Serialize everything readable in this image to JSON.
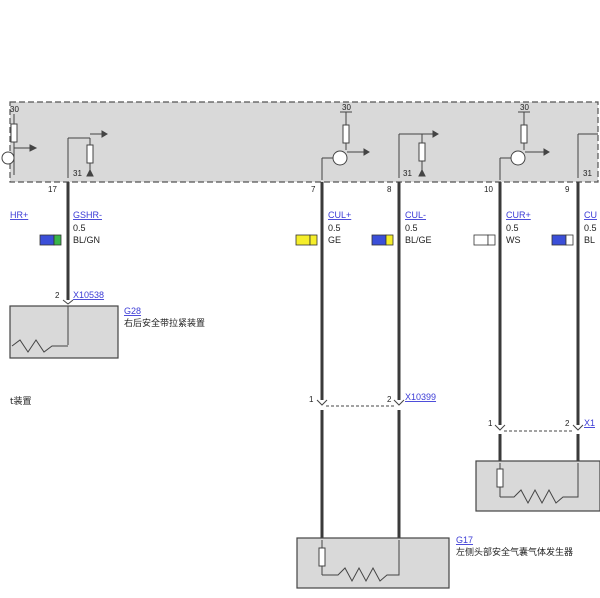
{
  "module_pins": {
    "p30_a": "30",
    "p30_b": "30",
    "p30_c": "30",
    "p31_a": "31",
    "p31_b": "31",
    "p31_c": "31"
  },
  "wires": [
    {
      "pin": "17",
      "signal": "GSHR-",
      "gauge": "0.5",
      "color_code": "BL/GN",
      "swatch": [
        "#3b4fd8",
        "#39b54a"
      ]
    },
    {
      "pin": "7",
      "signal": "CUL+",
      "gauge": "0.5",
      "color_code": "GE",
      "swatch": [
        "#f5ee2a",
        "#f5ee2a"
      ]
    },
    {
      "pin": "8",
      "signal": "CUL-",
      "gauge": "0.5",
      "color_code": "BL/GE",
      "swatch": [
        "#3b4fd8",
        "#f5ee2a"
      ]
    },
    {
      "pin": "10",
      "signal": "CUR+",
      "gauge": "0.5",
      "color_code": "WS",
      "swatch": [
        "#ffffff",
        "#ffffff"
      ]
    },
    {
      "pin": "9",
      "signal": "CU",
      "gauge": "0.5",
      "color_code": "BL",
      "swatch": [
        "#3b4fd8",
        "#ffffff"
      ]
    }
  ],
  "left_partial_signal": "HR+",
  "connectors": {
    "x10538": {
      "id": "X10538",
      "pin": "2"
    },
    "x10399": {
      "id": "X10399",
      "pin_left": "1",
      "pin_right": "2"
    },
    "x1_partial": {
      "id": "X1",
      "pin_left": "1",
      "pin_right": "2"
    }
  },
  "components": {
    "g28": {
      "id": "G28",
      "name": "右后安全带拉紧装置"
    },
    "g17": {
      "id": "G17",
      "name": "左侧头部安全气囊气体发生器"
    },
    "left_partial_name": "t装置"
  }
}
